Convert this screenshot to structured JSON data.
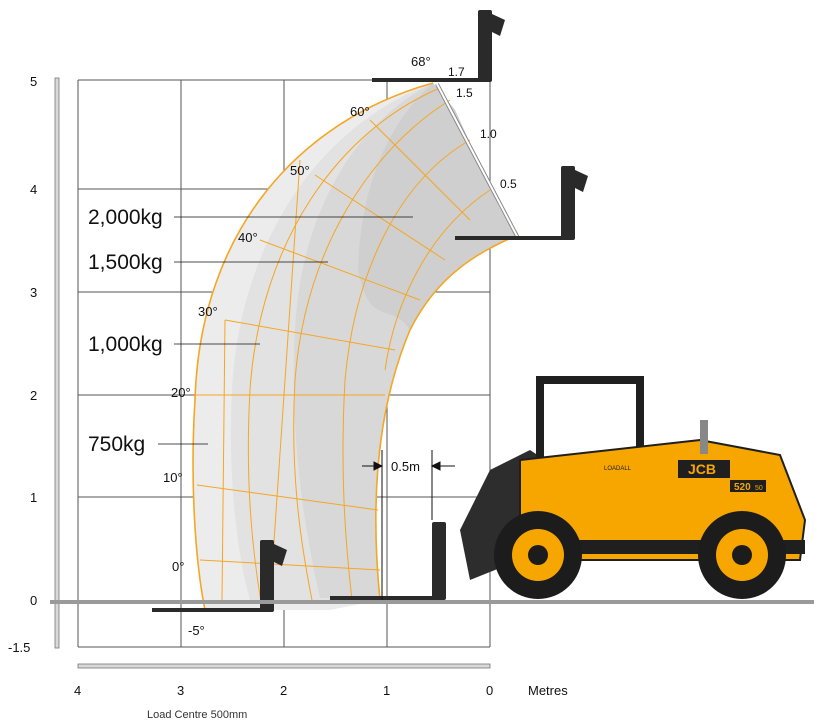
{
  "chart_data": {
    "type": "load chart",
    "y_axis": {
      "ticks": [
        "5",
        "4",
        "3",
        "2",
        "1",
        "0",
        "-1.5"
      ],
      "range": [
        -0.5,
        5
      ]
    },
    "x_axis": {
      "ticks": [
        "4",
        "3",
        "2",
        "1",
        "0"
      ],
      "range": [
        0,
        4
      ],
      "unit_label": "Metres"
    },
    "boom_angles": [
      "68°",
      "60°",
      "50°",
      "40°",
      "30°",
      "20°",
      "10°",
      "0°",
      "-5°"
    ],
    "boom_extension": [
      "1.7",
      "1.5",
      "1.0",
      "0.5"
    ],
    "load_zones": [
      {
        "label": "2,000kg",
        "fill": "#cfcfcf"
      },
      {
        "label": "1,500kg",
        "fill": "#d8d8d8"
      },
      {
        "label": "1,000kg",
        "fill": "#e2e2e2"
      },
      {
        "label": "750kg",
        "fill": "#ececec"
      }
    ],
    "dimension_label": "0.5m",
    "footnote": "Load Centre 500mm",
    "colors": {
      "envelope": "#f5a623",
      "grid": "#555555",
      "machine": "#f7a600"
    }
  },
  "machine": {
    "brand": "JCB",
    "model": "520",
    "model_suffix": "50",
    "decal": "LOADALL"
  }
}
